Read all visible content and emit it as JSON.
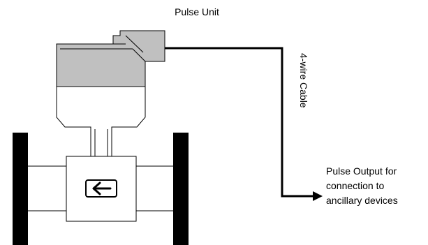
{
  "labels": {
    "pulse_unit": "Pulse Unit",
    "cable": "4-wire Cable",
    "output_line1": "Pulse Output for",
    "output_line2": "connection to",
    "output_line3": "ancillary devices"
  },
  "colors": {
    "unit_fill": "#c0c0c0",
    "line": "#000000",
    "background": "#ffffff"
  }
}
